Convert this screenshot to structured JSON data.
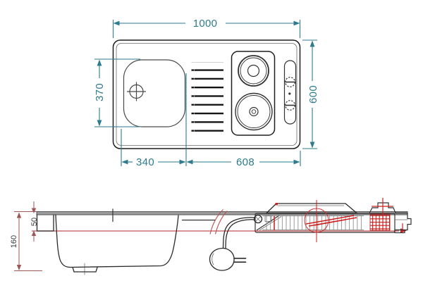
{
  "drawing": {
    "plan_view": {
      "width_label": "1000",
      "depth_label": "600",
      "basin_length_label": "370",
      "basin_width_label": "340",
      "cooktop_span_label": "608"
    },
    "section_view": {
      "bowl_depth_label": "160",
      "rim_drop_label": "50"
    },
    "colors": {
      "dimension_teal": "#2e7b8f",
      "outline_black": "#1e1e1e",
      "highlight_red": "#cc2222",
      "reference_red": "#c05050",
      "section_dim_red": "#9e5656",
      "worktop_gray": "#9c9c9c"
    }
  }
}
